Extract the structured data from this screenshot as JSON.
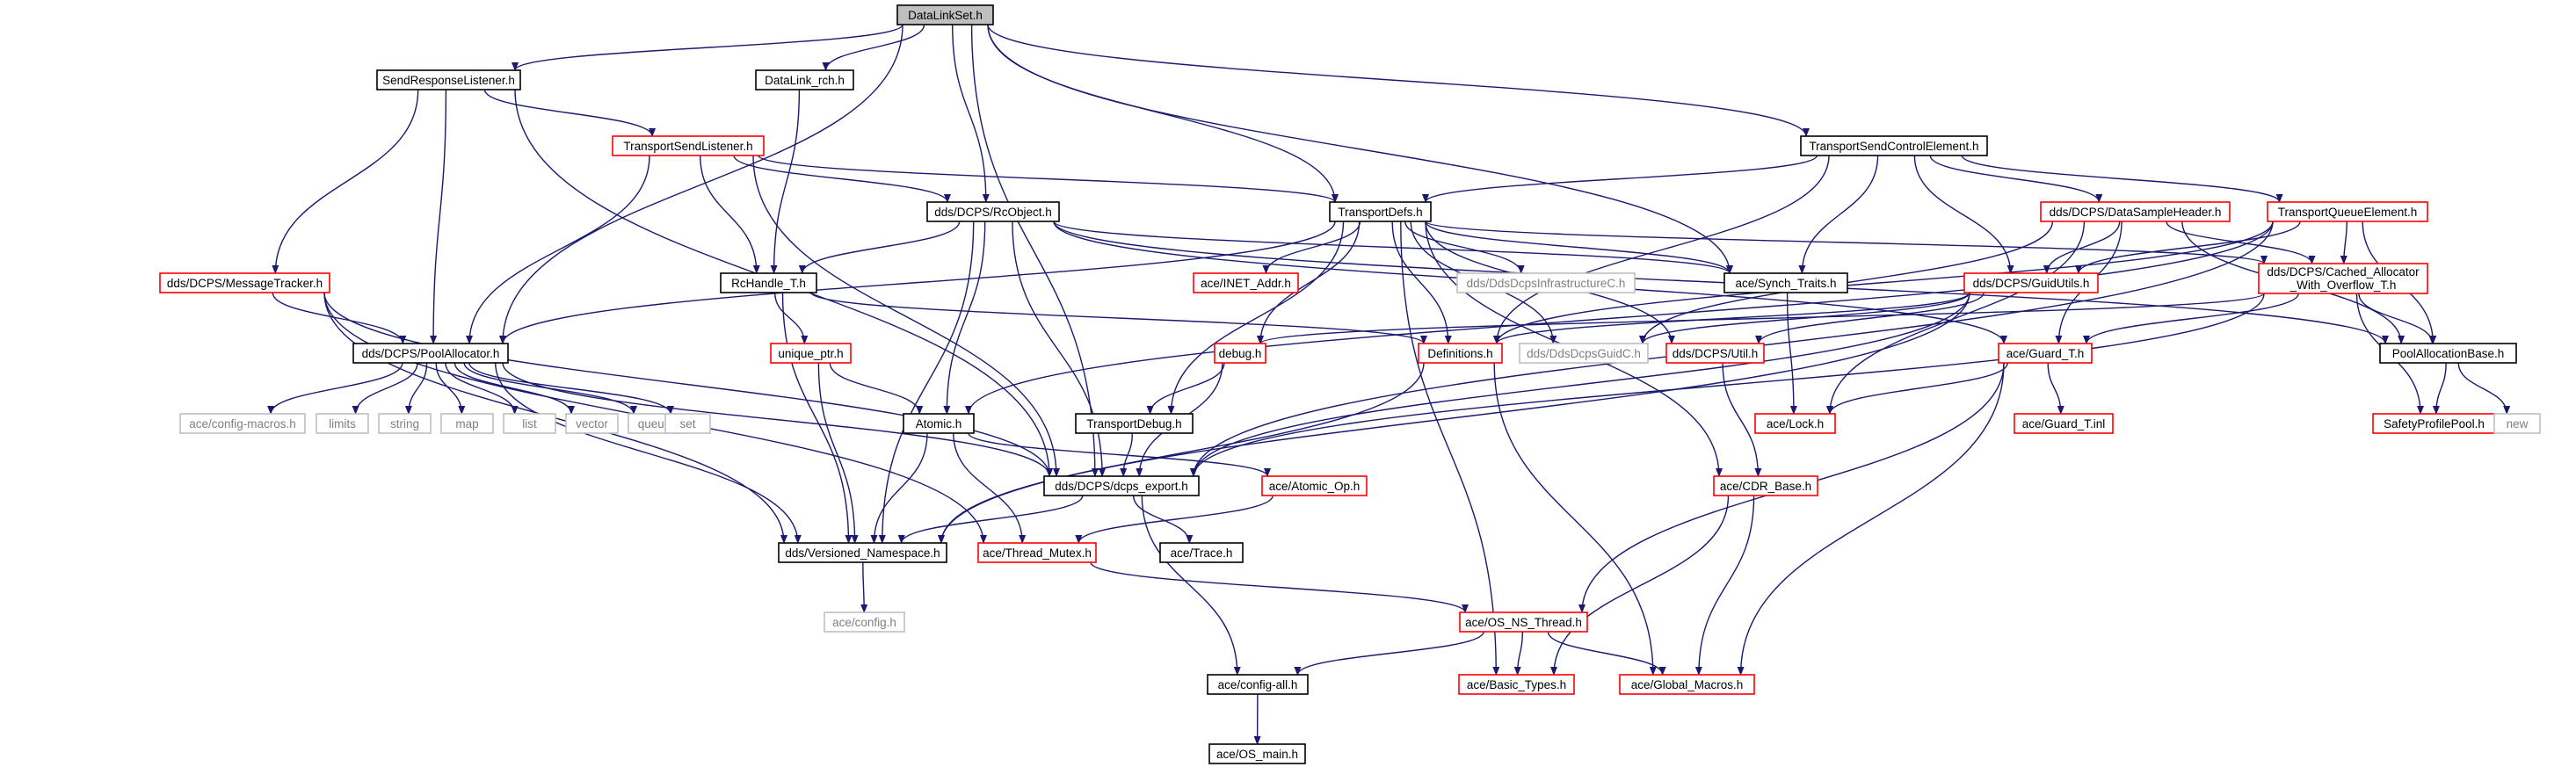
{
  "graph": {
    "colors": {
      "edge": "#191970",
      "border_default": "#000000",
      "border_red": "#ff0000",
      "border_gray": "#bfbfbf",
      "fill_root": "#bfbfbf",
      "fill_default": "#ffffff",
      "text_default": "#000000",
      "text_gray": "#7f7f7f"
    },
    "nodes": [
      {
        "id": "DataLinkSet",
        "label": "DataLinkSet.h",
        "style": "root"
      },
      {
        "id": "SendResponseListener",
        "label": "SendResponseListener.h",
        "style": "black"
      },
      {
        "id": "DataLink_rch",
        "label": "DataLink_rch.h",
        "style": "black"
      },
      {
        "id": "TransportSendControlElement",
        "label": "TransportSendControlElement.h",
        "style": "black"
      },
      {
        "id": "TransportSendListener",
        "label": "TransportSendListener.h",
        "style": "red"
      },
      {
        "id": "RcObject",
        "label": "dds/DCPS/RcObject.h",
        "style": "black"
      },
      {
        "id": "TransportDefs",
        "label": "TransportDefs.h",
        "style": "black"
      },
      {
        "id": "DataSampleHeader",
        "label": "dds/DCPS/DataSampleHeader.h",
        "style": "red"
      },
      {
        "id": "TransportQueueElement",
        "label": "TransportQueueElement.h",
        "style": "red"
      },
      {
        "id": "MessageTracker",
        "label": "dds/DCPS/MessageTracker.h",
        "style": "red"
      },
      {
        "id": "RcHandle_T",
        "label": "RcHandle_T.h",
        "style": "black"
      },
      {
        "id": "INET_Addr",
        "label": "ace/INET_Addr.h",
        "style": "red"
      },
      {
        "id": "DdsDcpsInfrastructureC",
        "label": "dds/DdsDcpsInfrastructureC.h",
        "style": "gray"
      },
      {
        "id": "Synch_Traits",
        "label": "ace/Synch_Traits.h",
        "style": "black"
      },
      {
        "id": "GuidUtils",
        "label": "dds/DCPS/GuidUtils.h",
        "style": "red"
      },
      {
        "id": "Cached_Allocator",
        "label": "dds/DCPS/Cached_Allocator",
        "label2": "_With_Overflow_T.h",
        "style": "red"
      },
      {
        "id": "PoolAllocator",
        "label": "dds/DCPS/PoolAllocator.h",
        "style": "black"
      },
      {
        "id": "unique_ptr",
        "label": "unique_ptr.h",
        "style": "red"
      },
      {
        "id": "debug",
        "label": "debug.h",
        "style": "red"
      },
      {
        "id": "Definitions",
        "label": "Definitions.h",
        "style": "red"
      },
      {
        "id": "DdsDcpsGuidC",
        "label": "dds/DdsDcpsGuidC.h",
        "style": "gray"
      },
      {
        "id": "Util",
        "label": "dds/DCPS/Util.h",
        "style": "red"
      },
      {
        "id": "Guard_T",
        "label": "ace/Guard_T.h",
        "style": "red"
      },
      {
        "id": "PoolAllocationBase",
        "label": "PoolAllocationBase.h",
        "style": "black"
      },
      {
        "id": "config_macros",
        "label": "ace/config-macros.h",
        "style": "gray"
      },
      {
        "id": "limits",
        "label": "limits",
        "style": "gray"
      },
      {
        "id": "string",
        "label": "string",
        "style": "gray"
      },
      {
        "id": "map",
        "label": "map",
        "style": "gray"
      },
      {
        "id": "list",
        "label": "list",
        "style": "gray"
      },
      {
        "id": "vector",
        "label": "vector",
        "style": "gray"
      },
      {
        "id": "queue",
        "label": "queue",
        "style": "gray"
      },
      {
        "id": "set",
        "label": "set",
        "style": "gray"
      },
      {
        "id": "Atomic",
        "label": "Atomic.h",
        "style": "black"
      },
      {
        "id": "TransportDebug",
        "label": "TransportDebug.h",
        "style": "black"
      },
      {
        "id": "Lock",
        "label": "ace/Lock.h",
        "style": "red"
      },
      {
        "id": "Guard_T_inl",
        "label": "ace/Guard_T.inl",
        "style": "red"
      },
      {
        "id": "SafetyProfilePool",
        "label": "SafetyProfilePool.h",
        "style": "red"
      },
      {
        "id": "new",
        "label": "new",
        "style": "gray"
      },
      {
        "id": "dcps_export",
        "label": "dds/DCPS/dcps_export.h",
        "style": "black"
      },
      {
        "id": "Atomic_Op",
        "label": "ace/Atomic_Op.h",
        "style": "red"
      },
      {
        "id": "CDR_Base",
        "label": "ace/CDR_Base.h",
        "style": "red"
      },
      {
        "id": "Versioned_Namespace",
        "label": "dds/Versioned_Namespace.h",
        "style": "black"
      },
      {
        "id": "Thread_Mutex",
        "label": "ace/Thread_Mutex.h",
        "style": "red"
      },
      {
        "id": "Trace",
        "label": "ace/Trace.h",
        "style": "black"
      },
      {
        "id": "config",
        "label": "ace/config.h",
        "style": "gray"
      },
      {
        "id": "OS_NS_Thread",
        "label": "ace/OS_NS_Thread.h",
        "style": "red"
      },
      {
        "id": "config_all",
        "label": "ace/config-all.h",
        "style": "black"
      },
      {
        "id": "Basic_Types",
        "label": "ace/Basic_Types.h",
        "style": "red"
      },
      {
        "id": "Global_Macros",
        "label": "ace/Global_Macros.h",
        "style": "red"
      },
      {
        "id": "OS_main",
        "label": "ace/OS_main.h",
        "style": "black"
      }
    ],
    "edges": [
      [
        "DataLinkSet",
        "SendResponseListener"
      ],
      [
        "DataLinkSet",
        "DataLink_rch"
      ],
      [
        "DataLinkSet",
        "RcObject"
      ],
      [
        "DataLinkSet",
        "TransportDefs"
      ],
      [
        "DataLinkSet",
        "TransportSendControlElement"
      ],
      [
        "DataLinkSet",
        "Synch_Traits"
      ],
      [
        "DataLinkSet",
        "PoolAllocator"
      ],
      [
        "DataLinkSet",
        "dcps_export"
      ],
      [
        "SendResponseListener",
        "TransportSendListener"
      ],
      [
        "SendResponseListener",
        "MessageTracker"
      ],
      [
        "SendResponseListener",
        "PoolAllocator"
      ],
      [
        "SendResponseListener",
        "dcps_export"
      ],
      [
        "DataLink_rch",
        "RcHandle_T"
      ],
      [
        "TransportSendListener",
        "RcObject"
      ],
      [
        "TransportSendListener",
        "TransportDefs"
      ],
      [
        "TransportSendListener",
        "RcHandle_T"
      ],
      [
        "TransportSendListener",
        "PoolAllocator"
      ],
      [
        "TransportSendListener",
        "dcps_export"
      ],
      [
        "RcObject",
        "RcHandle_T"
      ],
      [
        "RcObject",
        "Atomic"
      ],
      [
        "RcObject",
        "dcps_export"
      ],
      [
        "RcObject",
        "Versioned_Namespace"
      ],
      [
        "RcObject",
        "Synch_Traits"
      ],
      [
        "RcObject",
        "PoolAllocationBase"
      ],
      [
        "RcObject",
        "Guard_T"
      ],
      [
        "TransportDefs",
        "INET_Addr"
      ],
      [
        "TransportDefs",
        "DdsDcpsInfrastructureC"
      ],
      [
        "TransportDefs",
        "Synch_Traits"
      ],
      [
        "TransportDefs",
        "debug"
      ],
      [
        "TransportDefs",
        "Definitions"
      ],
      [
        "TransportDefs",
        "DdsDcpsGuidC"
      ],
      [
        "TransportDefs",
        "Util"
      ],
      [
        "TransportDefs",
        "CDR_Base"
      ],
      [
        "TransportDefs",
        "Basic_Types"
      ],
      [
        "TransportDefs",
        "PoolAllocator"
      ],
      [
        "TransportDefs",
        "TransportDebug"
      ],
      [
        "TransportDefs",
        "Cached_Allocator"
      ],
      [
        "TransportSendControlElement",
        "TransportDefs"
      ],
      [
        "TransportSendControlElement",
        "Synch_Traits"
      ],
      [
        "TransportSendControlElement",
        "GuidUtils"
      ],
      [
        "TransportSendControlElement",
        "DataSampleHeader"
      ],
      [
        "TransportSendControlElement",
        "TransportQueueElement"
      ],
      [
        "TransportSendControlElement",
        "Definitions"
      ],
      [
        "DataSampleHeader",
        "GuidUtils"
      ],
      [
        "DataSampleHeader",
        "Cached_Allocator"
      ],
      [
        "DataSampleHeader",
        "PoolAllocationBase"
      ],
      [
        "DataSampleHeader",
        "Guard_T"
      ],
      [
        "DataSampleHeader",
        "Lock"
      ],
      [
        "DataSampleHeader",
        "DdsDcpsGuidC"
      ],
      [
        "TransportQueueElement",
        "Cached_Allocator"
      ],
      [
        "TransportQueueElement",
        "PoolAllocationBase"
      ],
      [
        "TransportQueueElement",
        "GuidUtils"
      ],
      [
        "TransportQueueElement",
        "Atomic"
      ],
      [
        "TransportQueueElement",
        "dcps_export"
      ],
      [
        "TransportQueueElement",
        "Definitions"
      ],
      [
        "MessageTracker",
        "PoolAllocator"
      ],
      [
        "MessageTracker",
        "dcps_export"
      ],
      [
        "MessageTracker",
        "Versioned_Namespace"
      ],
      [
        "MessageTracker",
        "Thread_Mutex"
      ],
      [
        "RcHandle_T",
        "unique_ptr"
      ],
      [
        "RcHandle_T",
        "Definitions"
      ],
      [
        "RcHandle_T",
        "Versioned_Namespace"
      ],
      [
        "Synch_Traits",
        "Lock"
      ],
      [
        "GuidUtils",
        "DdsDcpsGuidC"
      ],
      [
        "GuidUtils",
        "Util"
      ],
      [
        "GuidUtils",
        "dcps_export"
      ],
      [
        "GuidUtils",
        "Versioned_Namespace"
      ],
      [
        "GuidUtils",
        "Definitions"
      ],
      [
        "Cached_Allocator",
        "PoolAllocationBase"
      ],
      [
        "Cached_Allocator",
        "SafetyProfilePool"
      ],
      [
        "Cached_Allocator",
        "Guard_T"
      ],
      [
        "Cached_Allocator",
        "debug"
      ],
      [
        "Cached_Allocator",
        "dcps_export"
      ],
      [
        "PoolAllocator",
        "config_macros"
      ],
      [
        "PoolAllocator",
        "limits"
      ],
      [
        "PoolAllocator",
        "string"
      ],
      [
        "PoolAllocator",
        "map"
      ],
      [
        "PoolAllocator",
        "list"
      ],
      [
        "PoolAllocator",
        "vector"
      ],
      [
        "PoolAllocator",
        "queue"
      ],
      [
        "PoolAllocator",
        "set"
      ],
      [
        "PoolAllocator",
        "dcps_export"
      ],
      [
        "PoolAllocator",
        "Versioned_Namespace"
      ],
      [
        "unique_ptr",
        "Atomic"
      ],
      [
        "unique_ptr",
        "Versioned_Namespace"
      ],
      [
        "debug",
        "TransportDebug"
      ],
      [
        "debug",
        "dcps_export"
      ],
      [
        "Definitions",
        "Global_Macros"
      ],
      [
        "Definitions",
        "Versioned_Namespace"
      ],
      [
        "Util",
        "CDR_Base"
      ],
      [
        "Guard_T",
        "Lock"
      ],
      [
        "Guard_T",
        "Guard_T_inl"
      ],
      [
        "Guard_T",
        "OS_NS_Thread"
      ],
      [
        "Guard_T",
        "Global_Macros"
      ],
      [
        "PoolAllocationBase",
        "SafetyProfilePool"
      ],
      [
        "PoolAllocationBase",
        "new"
      ],
      [
        "Atomic",
        "Atomic_Op"
      ],
      [
        "Atomic",
        "Thread_Mutex"
      ],
      [
        "Atomic",
        "Versioned_Namespace"
      ],
      [
        "TransportDebug",
        "dcps_export"
      ],
      [
        "dcps_export",
        "Versioned_Namespace"
      ],
      [
        "dcps_export",
        "Trace"
      ],
      [
        "dcps_export",
        "config_all"
      ],
      [
        "Atomic_Op",
        "Thread_Mutex"
      ],
      [
        "CDR_Base",
        "Basic_Types"
      ],
      [
        "CDR_Base",
        "Global_Macros"
      ],
      [
        "Versioned_Namespace",
        "config"
      ],
      [
        "Thread_Mutex",
        "OS_NS_Thread"
      ],
      [
        "OS_NS_Thread",
        "config_all"
      ],
      [
        "OS_NS_Thread",
        "Basic_Types"
      ],
      [
        "OS_NS_Thread",
        "Global_Macros"
      ],
      [
        "config_all",
        "OS_main"
      ]
    ]
  }
}
